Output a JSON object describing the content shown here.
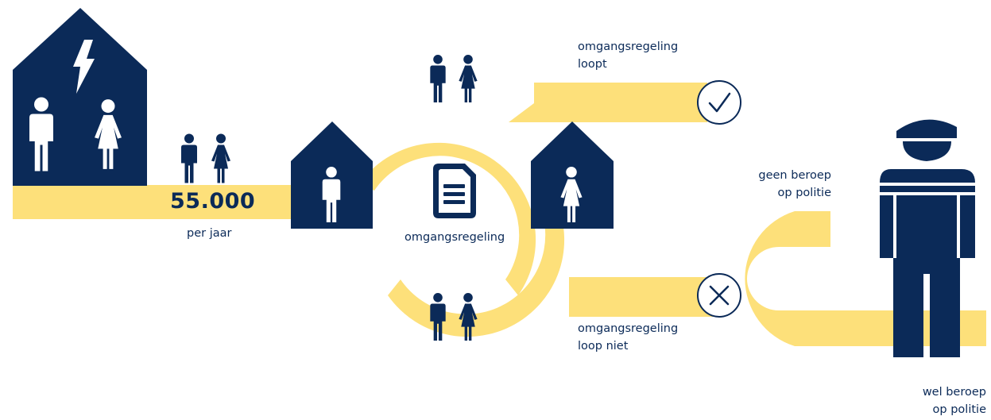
{
  "colors": {
    "navy": "#0b2a58",
    "yellow": "#fde07a",
    "white": "#ffffff"
  },
  "icons": [
    "lightning-icon",
    "man-icon",
    "woman-icon",
    "house-icon",
    "document-icon",
    "checkmark-icon",
    "cross-icon",
    "police-officer-icon"
  ],
  "stats": {
    "count": "55.000",
    "count_caption": "per jaar"
  },
  "center": {
    "label": "omgangsregeling"
  },
  "outcomes": {
    "success": [
      "omgangsregeling",
      "loopt"
    ],
    "failure": [
      "omgangsregeling",
      "loop niet"
    ]
  },
  "police": {
    "no_call": [
      "geen beroep",
      "op politie"
    ],
    "call": [
      "wel beroep",
      "op politie"
    ]
  }
}
